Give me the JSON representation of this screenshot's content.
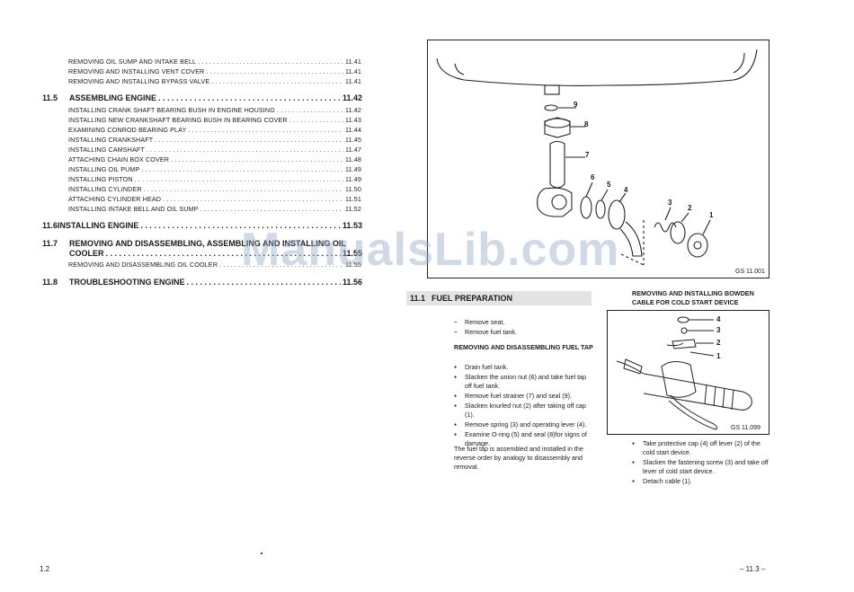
{
  "left_page": {
    "intro_entries": [
      {
        "title": "REMOVING OIL SUMP AND INTAKE BELL",
        "page": "11.41"
      },
      {
        "title": "REMOVING AND INSTALLING VENT COVER",
        "page": "11.41"
      },
      {
        "title": "REMOVING AND INSTALLING BYPASS VALVE",
        "page": "11.41"
      }
    ],
    "section_11_5": {
      "number": "11.5",
      "title": "ASSEMBLING ENGINE",
      "page": "11.42",
      "entries": [
        {
          "title": "INSTALLING CRANK SHAFT BEARING BUSH IN ENGINE HOUSING",
          "page": "11.42"
        },
        {
          "title": "INSTALLING NEW CRANKSHAFT BEARING BUSH IN BEARING COVER",
          "page": "11.43"
        },
        {
          "title": "EXAMINING CONROD BEARING PLAY",
          "page": "11.44"
        },
        {
          "title": "INSTALLING CRANKSHAFT",
          "page": "11.45"
        },
        {
          "title": "INSTALLING CAMSHAFT",
          "page": "11.47"
        },
        {
          "title": "ATTACHING CHAIN BOX COVER",
          "page": "11.48"
        },
        {
          "title": "INSTALLING OIL PUMP",
          "page": "11.49"
        },
        {
          "title": "INSTALLING PISTON",
          "page": "11.49"
        },
        {
          "title": "INSTALLING CYLINDER",
          "page": "11.50"
        },
        {
          "title": "ATTACHING CYLINDER HEAD",
          "page": "11.51"
        },
        {
          "title": "INSTALLING INTAKE BELL AND OIL SUMP",
          "page": "11.52"
        }
      ]
    },
    "section_11_6": {
      "number": "11.6",
      "title": "INSTALLING ENGINE",
      "page": "11.53"
    },
    "section_11_7": {
      "number": "11.7",
      "title_line1": "REMOVING AND DISASSEMBLING, ASSEMBLING AND INSTALLING OIL",
      "title_line2": "COOLER",
      "page": "11.55",
      "entries": [
        {
          "title": "REMOVING AND DISASSEMBLING OIL COOLER",
          "page": "11.55"
        }
      ]
    },
    "section_11_8": {
      "number": "11.8",
      "title": "TROUBLESHOOTING ENGINE",
      "page": "11.56"
    },
    "page_number": "1.2"
  },
  "right_page": {
    "figure1": {
      "caption": "GS 11.001",
      "callouts": [
        "9",
        "8",
        "7",
        "6",
        "5",
        "4",
        "3",
        "2",
        "1"
      ]
    },
    "section_heading": {
      "number": "11.1",
      "title": "FUEL PREPARATION"
    },
    "steps_intro": [
      "Remove seat.",
      "Remove fuel tank."
    ],
    "subheading_fuel_tap": "REMOVING AND DISASSEMBLING FUEL TAP",
    "fuel_tap_steps": [
      "Drain fuel tank.",
      "Slacken the union nut (6) and take fuel tap off fuel tank.",
      "Remove fuel strainer (7) and seal (9).",
      "Slacken knurled nut (2) after taking off cap (1).",
      "Remove spring (3) and operating lever (4).",
      "Examine O-ring (5) and seal (8)for signs of damage."
    ],
    "reassembly_note": "The fuel tap is assembled and installed in the reverse order by analogy to disassembly and removal.",
    "subheading_bowden": "REMOVING AND INSTALLING BOWDEN CABLE FOR COLD START DEVICE",
    "figure2": {
      "caption": "GS 11.099",
      "callouts": [
        "4",
        "3",
        "2",
        "1"
      ]
    },
    "bowden_steps": [
      "Take protective cap (4) off lever (2) of the cold start device.",
      "Slacken the fastening screw (3) and take off lever of cold start device.",
      "Detach cable (1)."
    ],
    "page_number": "– 11.3 –"
  },
  "watermark": "ManualsLib.com"
}
